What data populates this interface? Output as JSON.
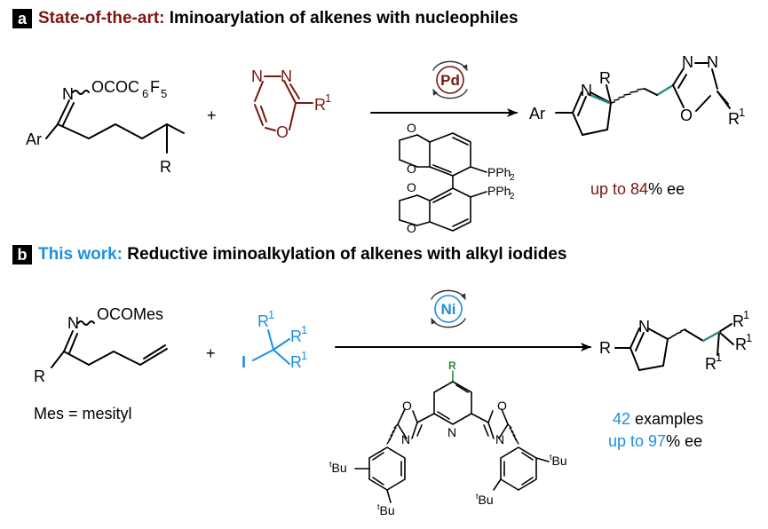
{
  "panel_a": {
    "badge": "a",
    "highlight": "State-of-the-art:",
    "title": "Iminoarylation of alkenes with nucleophiles",
    "catalyst": "Pd",
    "yield_pre": "up to ",
    "yield_value": "84",
    "yield_post": "% ee"
  },
  "panel_b": {
    "badge": "b",
    "highlight": "This work:",
    "title": "Reductive iminoalkylation of alkenes with alkyl iodides",
    "catalyst": "Ni",
    "mes_note": "Mes = mesityl",
    "examples_value": "42",
    "examples_text": " examples",
    "yield_pre": "up to ",
    "yield_value": "97",
    "yield_post": "% ee"
  },
  "colors": {
    "pd": "#7a1712",
    "blue": "#1e8fde",
    "teal": "#2e8a83",
    "green": "#2e8a3a"
  }
}
